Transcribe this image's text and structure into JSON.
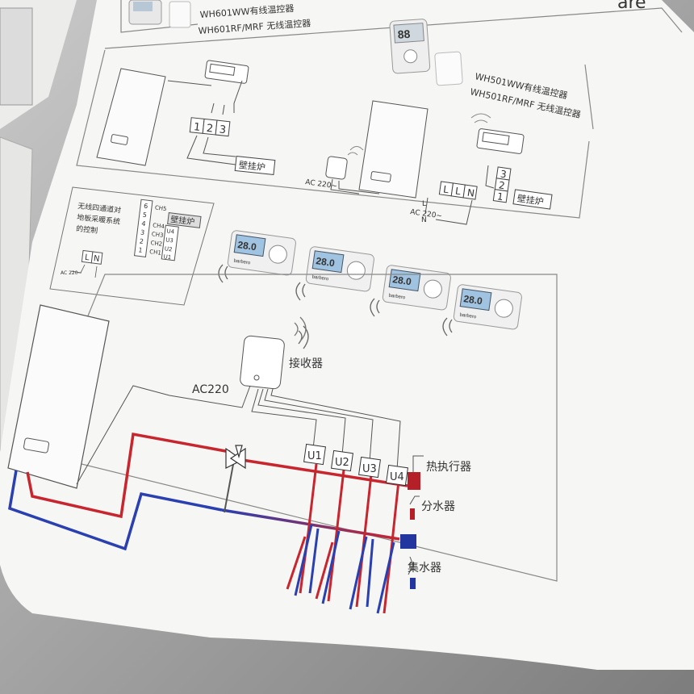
{
  "page": {
    "corner_text": "are"
  },
  "top_section": {
    "wired_model_601": "WH601WW有线温控器",
    "rf_model_601": "WH601RF/MRF 无线温控器",
    "wired_model_501": "WH501WW有线温控器",
    "rf_model_501": "WH501RF/MRF 无线温控器",
    "thermostat_display": "88"
  },
  "wiring_panel": {
    "terminals_left": [
      "1",
      "2",
      "3"
    ],
    "terminals_right": [
      "3",
      "2",
      "1"
    ],
    "boiler_label_left": "壁挂炉",
    "boiler_label_right": "壁挂炉",
    "ac_label": "AC 220~",
    "power_terminals": [
      "L",
      "L",
      "N"
    ],
    "l_label": "L",
    "n_label": "N",
    "ac_label_2": "AC 220~"
  },
  "zone_panel": {
    "title_lines": [
      "无线四通道对",
      "地板采暖系统",
      "的控制"
    ],
    "terminal_numbers": [
      "6",
      "5",
      "4",
      "3",
      "2",
      "1"
    ],
    "channel_labels": [
      "CH5",
      "CH4",
      "CH3",
      "CH2",
      "CH1"
    ],
    "boiler_label": "壁挂炉",
    "zone_outputs": [
      "U4",
      "U3",
      "U2",
      "U1"
    ],
    "power_terminals": [
      "L",
      "N"
    ],
    "ac_label": "AC 220~"
  },
  "thermostats": {
    "display": "28.0",
    "brand": "barbero"
  },
  "main_diagram": {
    "receiver_label": "接收器",
    "ac_label": "AC220",
    "zone_outputs": [
      "U1",
      "U2",
      "U3",
      "U4"
    ],
    "actuator_label": "热执行器",
    "supply_manifold_label": "分水器",
    "return_manifold_label": "集水器"
  },
  "colors": {
    "supply_pipe": "#c8262f",
    "return_pipe": "#2a3fb0",
    "line": "#555555",
    "page": "#f6f6f4"
  }
}
